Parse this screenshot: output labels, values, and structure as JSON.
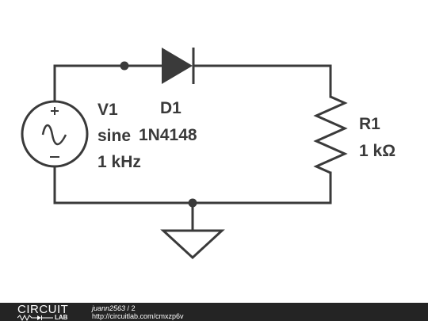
{
  "schematic": {
    "source": {
      "name": "V1",
      "type": "sine",
      "frequency": "1 kHz"
    },
    "diode": {
      "name": "D1",
      "part": "1N4148"
    },
    "resistor": {
      "name": "R1",
      "value": "1 kΩ"
    }
  },
  "footer": {
    "logo_top": "CIRCUIT",
    "logo_bottom": "LAB",
    "author": "juann2563",
    "separator": " / ",
    "revision": "2",
    "url": "http://circuitlab.com/cmxzp6v"
  },
  "colors": {
    "ink": "#3a3a3a",
    "footer_bg": "#242424"
  }
}
